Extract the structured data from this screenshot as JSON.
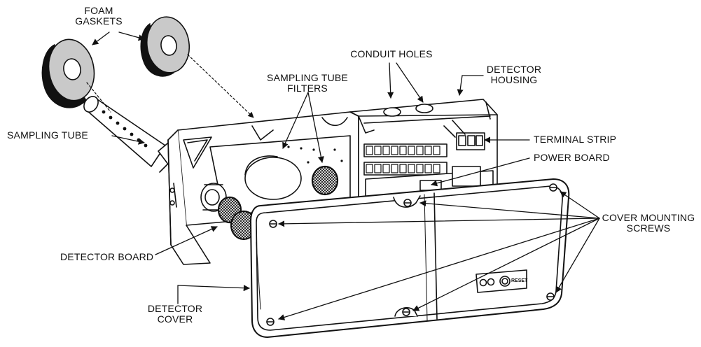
{
  "labels": {
    "foam_gaskets": "FOAM\nGASKETS",
    "conduit_holes": "CONDUIT HOLES",
    "detector_housing": "DETECTOR\nHOUSING",
    "sampling_tube_filters": "SAMPLING TUBE\nFILTERS",
    "sampling_tube": "SAMPLING TUBE",
    "terminal_strip": "TERMINAL STRIP",
    "power_board": "POWER BOARD",
    "cover_mounting_screws": "COVER MOUNTING\nSCREWS",
    "detector_board": "DETECTOR BOARD",
    "detector_cover": "DETECTOR\nCOVER",
    "reset_button": "RESET"
  },
  "colors": {
    "line": "#111111",
    "gasket_face": "#c9c9c9",
    "filter": "#3a3a3a"
  }
}
